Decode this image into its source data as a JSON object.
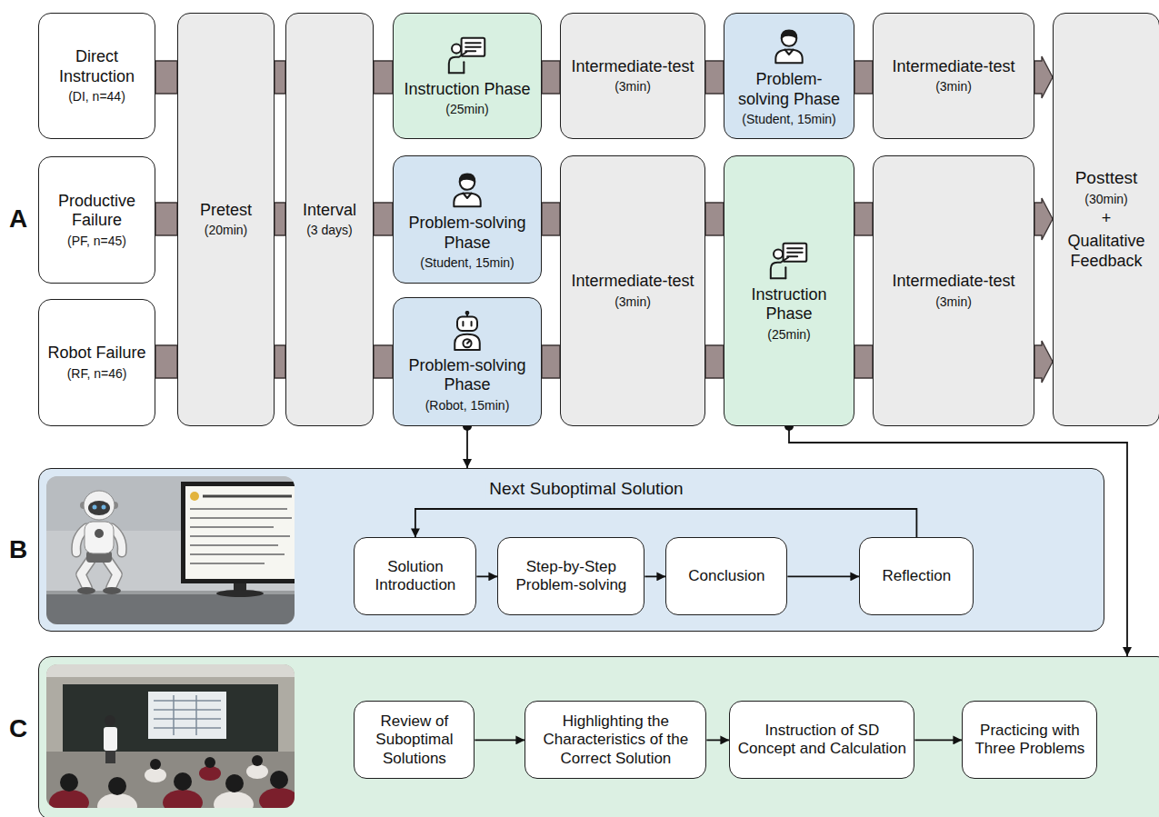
{
  "diagram": {
    "nodes": [
      {
        "text": [
          "Direct Instruction",
          "(DI, n=44)"
        ]
      },
      {
        "text": [
          "Productive Failure",
          "(PF, n=45)"
        ]
      },
      {
        "text": [
          "Robot Failure",
          "(RF, n=46)"
        ]
      },
      {
        "text": [
          "Pretest",
          "(20min)"
        ]
      },
      {
        "text": [
          "Interval",
          "(3 days)"
        ]
      },
      {
        "text": [
          "Instruction Phase",
          "(25min)"
        ]
      },
      {
        "text": [
          "Intermediate-test",
          "(3min)"
        ]
      },
      {
        "text": [
          "Problem-solving Phase",
          "(Student, 15min)"
        ]
      },
      {
        "text": [
          "Intermediate-test",
          "(3min)"
        ]
      },
      {
        "text": [
          "Problem-solving Phase",
          "(Student, 15min)"
        ]
      },
      {
        "text": [
          "Problem-solving Phase",
          "(Robot, 15min)"
        ]
      },
      {
        "text": [
          "Intermediate-test",
          "(3min)"
        ]
      },
      {
        "text": [
          "Instruction Phase",
          "(25min)"
        ]
      },
      {
        "text": [
          "Intermediate-test",
          "(3min)"
        ]
      },
      {
        "text": [
          "Posttest",
          "(30min)",
          "+",
          "Qualitative Feedback"
        ]
      },
      {
        "text": [
          "B"
        ]
      },
      {
        "text": [
          "Solution Introduction"
        ],
        "in": 15
      },
      {
        "text": [
          "Step-by-Step Problem-solving"
        ],
        "in": 15
      },
      {
        "text": [
          "Conclusion"
        ],
        "in": 15
      },
      {
        "text": [
          "Reflection"
        ],
        "in": 15
      },
      {
        "text": [
          "C"
        ]
      },
      {
        "text": [
          "Review of Suboptimal Solutions"
        ],
        "in": 20
      },
      {
        "text": [
          "Highlighting the Characteristics of the Correct Solution"
        ],
        "in": 20
      },
      {
        "text": [
          "Instruction of SD Concept and Calculation"
        ],
        "in": 20
      },
      {
        "text": [
          "Practicing with Three Problems"
        ],
        "in": 20
      }
    ],
    "edges": [
      {
        "from": 0,
        "to": 3,
        "arrow": "none"
      },
      {
        "from": 3,
        "to": 4,
        "arrow": "none"
      },
      {
        "from": 4,
        "to": 5,
        "arrow": "none"
      },
      {
        "from": 5,
        "to": 6,
        "arrow": "none"
      },
      {
        "from": 6,
        "to": 7,
        "arrow": "none"
      },
      {
        "from": 7,
        "to": 8,
        "arrow": "none"
      },
      {
        "from": 8,
        "to": 14,
        "arrow": "to"
      },
      {
        "from": 1,
        "to": 3,
        "arrow": "none"
      },
      {
        "from": 3,
        "to": 4,
        "arrow": "none"
      },
      {
        "from": 4,
        "to": 9,
        "arrow": "none"
      },
      {
        "from": 9,
        "to": 11,
        "arrow": "none"
      },
      {
        "from": 11,
        "to": 12,
        "arrow": "none"
      },
      {
        "from": 12,
        "to": 13,
        "arrow": "none"
      },
      {
        "from": 13,
        "to": 14,
        "arrow": "to"
      },
      {
        "from": 2,
        "to": 3,
        "arrow": "none"
      },
      {
        "from": 3,
        "to": 4,
        "arrow": "none"
      },
      {
        "from": 4,
        "to": 10,
        "arrow": "none"
      },
      {
        "from": 10,
        "to": 11,
        "arrow": "none"
      },
      {
        "from": 11,
        "to": 12,
        "arrow": "none"
      },
      {
        "from": 12,
        "to": 13,
        "arrow": "none"
      },
      {
        "from": 13,
        "to": 14,
        "arrow": "to"
      },
      {
        "from": 10,
        "to": 15,
        "arrow": "to"
      },
      {
        "from": 12,
        "to": 20,
        "arrow": "to"
      },
      {
        "from": 16,
        "to": 17,
        "arrow": "to"
      },
      {
        "from": 17,
        "to": 18,
        "arrow": "to"
      },
      {
        "from": 18,
        "to": 19,
        "arrow": "to"
      },
      {
        "from": 19,
        "to": 16,
        "arrow": "to",
        "label": "Next Suboptimal Solution"
      },
      {
        "from": 21,
        "to": 22,
        "arrow": "to"
      },
      {
        "from": 22,
        "to": 23,
        "arrow": "to"
      },
      {
        "from": 23,
        "to": 24,
        "arrow": "to"
      }
    ],
    "labels": [
      "A"
    ]
  }
}
